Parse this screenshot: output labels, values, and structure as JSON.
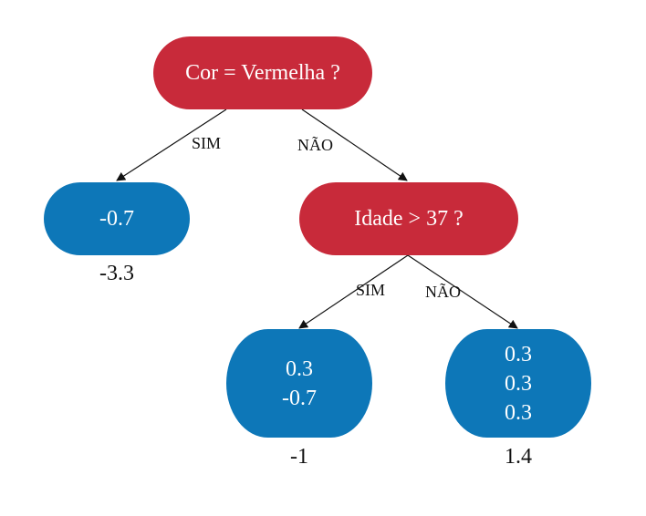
{
  "colors": {
    "decision_node": "#c82a3a",
    "leaf_node": "#0d77b8",
    "text_on_node": "#ffffff",
    "edge": "#111111"
  },
  "tree": {
    "root": {
      "question": "Cor = Vermelha ?",
      "yes_label": "SIM",
      "no_label": "NÃO"
    },
    "left_leaf": {
      "values": [
        "-0.7"
      ],
      "result": "-3.3"
    },
    "right_node": {
      "question": "Idade > 37 ?",
      "yes_label": "SIM",
      "no_label": "NÃO"
    },
    "middle_leaf": {
      "values": [
        "0.3",
        "-0.7"
      ],
      "result": "-1"
    },
    "right_leaf": {
      "values": [
        "0.3",
        "0.3",
        "0.3"
      ],
      "result": "1.4"
    }
  }
}
